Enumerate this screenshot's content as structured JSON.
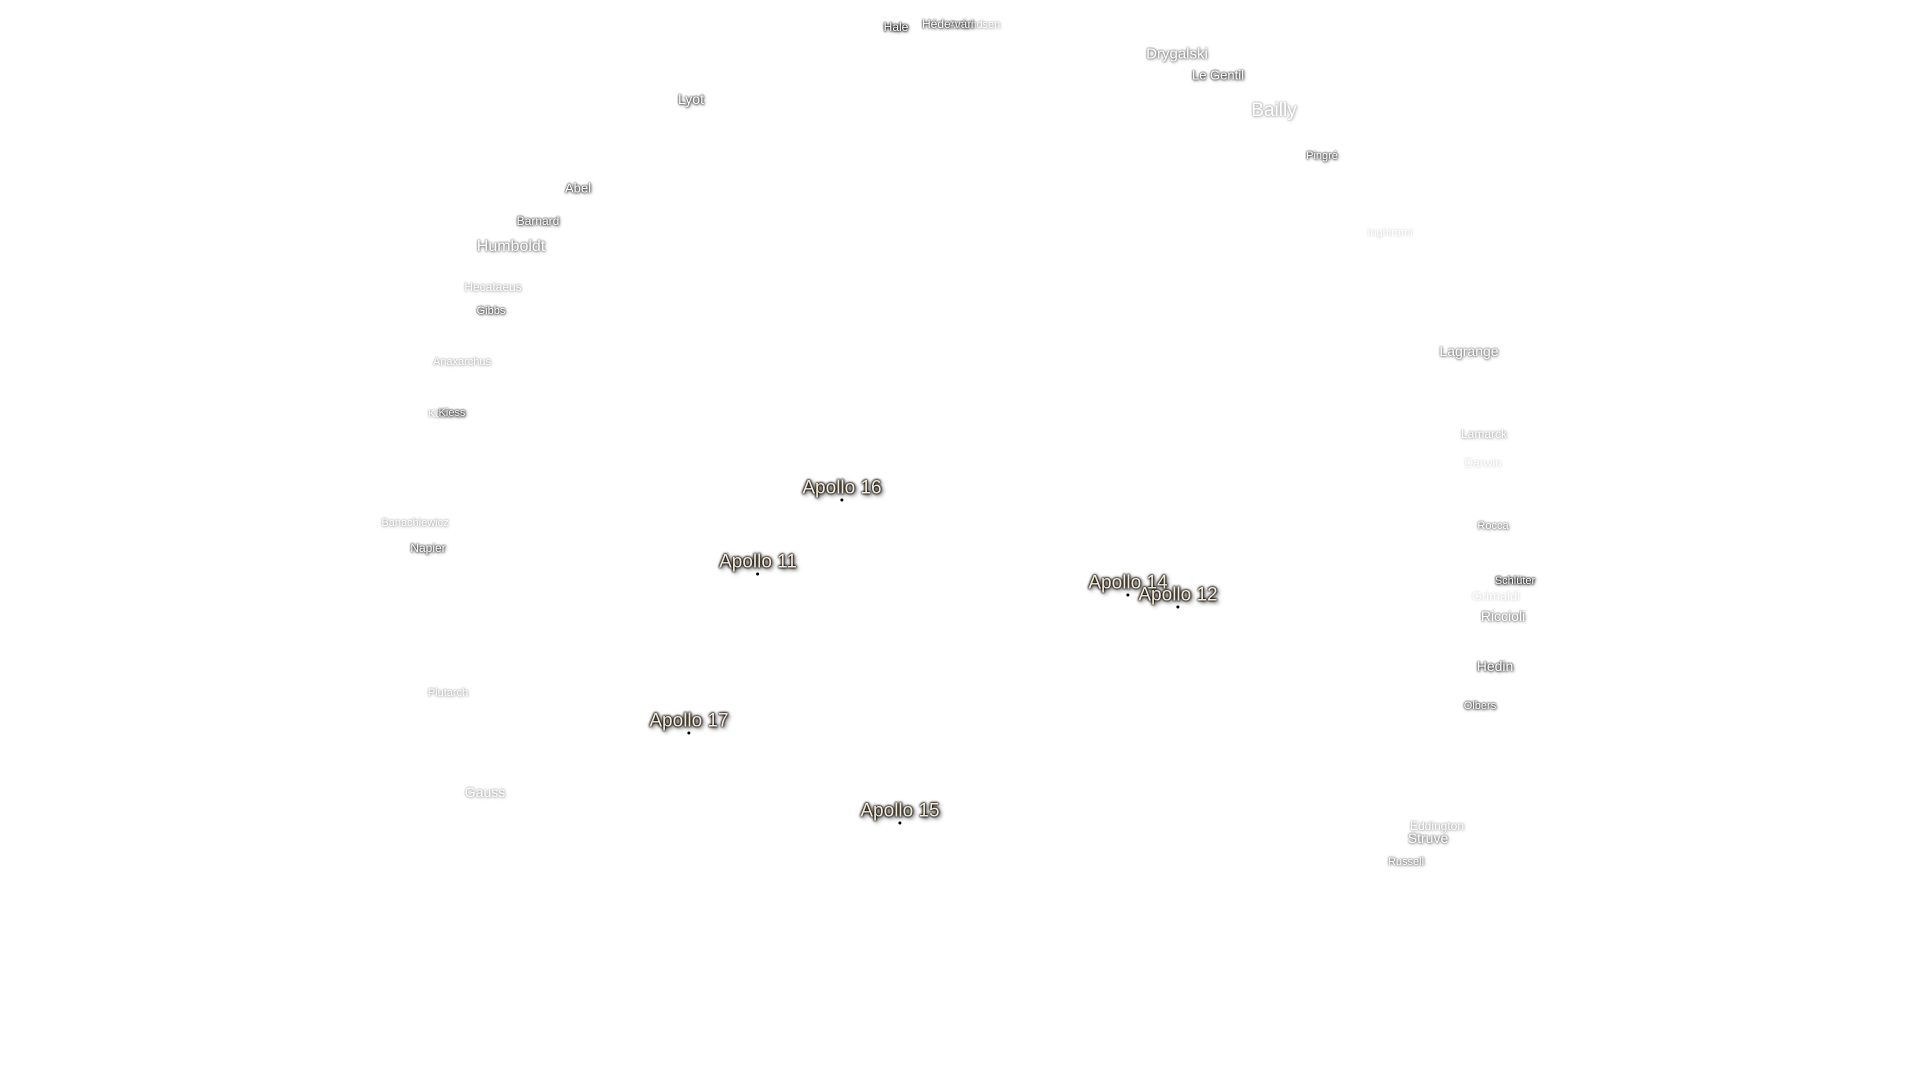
{
  "map": {
    "craters": [
      {
        "key": "hale",
        "name": "Hale",
        "size": 12,
        "opacity_level": 1
      },
      {
        "key": "hedervari",
        "name": "Hédervári",
        "size": 12,
        "opacity_level": 2
      },
      {
        "key": "amundsen",
        "name": "Amundsen",
        "size": 11,
        "opacity_level": 4
      },
      {
        "key": "drygalski",
        "name": "Drygalski",
        "size": 15,
        "opacity_level": 3
      },
      {
        "key": "le-gentil",
        "name": "Le Gentil",
        "size": 13,
        "opacity_level": 2
      },
      {
        "key": "bailly",
        "name": "Bailly",
        "size": 19,
        "opacity_level": 4
      },
      {
        "key": "lyot",
        "name": "Lyot",
        "size": 14,
        "opacity_level": 2
      },
      {
        "key": "pingre",
        "name": "Pingré",
        "size": 11,
        "opacity_level": 2
      },
      {
        "key": "abel",
        "name": "Abel",
        "size": 13,
        "opacity_level": 2
      },
      {
        "key": "barnard",
        "name": "Barnard",
        "size": 12,
        "opacity_level": 2
      },
      {
        "key": "humboldt",
        "name": "Humboldt",
        "size": 16,
        "opacity_level": 3
      },
      {
        "key": "inghirami",
        "name": "Inghirami",
        "size": 11,
        "opacity_level": 5
      },
      {
        "key": "hecataeus",
        "name": "Hecataeus",
        "size": 12,
        "opacity_level": 4
      },
      {
        "key": "gibbs",
        "name": "Gibbs",
        "size": 11,
        "opacity_level": 2
      },
      {
        "key": "lagrange",
        "name": "Lagrange",
        "size": 14,
        "opacity_level": 3
      },
      {
        "key": "anaxarchus",
        "name": "Anaxarchus",
        "size": 11,
        "opacity_level": 4
      },
      {
        "key": "kastner",
        "name": "Kästner",
        "size": 11,
        "opacity_level": 4
      },
      {
        "key": "kiess",
        "name": "Kiess",
        "size": 11,
        "opacity_level": 2
      },
      {
        "key": "lamarck",
        "name": "Lamarck",
        "size": 12,
        "opacity_level": 4
      },
      {
        "key": "darwin",
        "name": "Darwin",
        "size": 12,
        "opacity_level": 5
      },
      {
        "key": "banachiewicz",
        "name": "Banachiewicz",
        "size": 11,
        "opacity_level": 4
      },
      {
        "key": "rocca",
        "name": "Rocca",
        "size": 11,
        "opacity_level": 3
      },
      {
        "key": "napier",
        "name": "Napier",
        "size": 12,
        "opacity_level": 2
      },
      {
        "key": "schluter",
        "name": "Schlüter",
        "size": 11,
        "opacity_level": 1
      },
      {
        "key": "grimaldi",
        "name": "Grimaldi",
        "size": 13,
        "opacity_level": 5
      },
      {
        "key": "riccioli",
        "name": "Riccioli",
        "size": 14,
        "opacity_level": 3
      },
      {
        "key": "hedin",
        "name": "Hedin",
        "size": 14,
        "opacity_level": 2
      },
      {
        "key": "plutarch",
        "name": "Plutarch",
        "size": 11,
        "opacity_level": 4
      },
      {
        "key": "olbers",
        "name": "Olbers",
        "size": 11,
        "opacity_level": 2
      },
      {
        "key": "gauss",
        "name": "Gauss",
        "size": 14,
        "opacity_level": 4
      },
      {
        "key": "eddington",
        "name": "Eddington",
        "size": 12,
        "opacity_level": 4
      },
      {
        "key": "struve",
        "name": "Struve",
        "size": 14,
        "opacity_level": 3
      },
      {
        "key": "russell",
        "name": "Russell",
        "size": 11,
        "opacity_level": 3
      }
    ],
    "landing_sites": [
      {
        "key": "apollo-16",
        "name": "Apollo 16"
      },
      {
        "key": "apollo-11",
        "name": "Apollo 11"
      },
      {
        "key": "apollo-14",
        "name": "Apollo 14"
      },
      {
        "key": "apollo-12",
        "name": "Apollo 12"
      },
      {
        "key": "apollo-17",
        "name": "Apollo 17"
      },
      {
        "key": "apollo-15",
        "name": "Apollo 15"
      }
    ]
  }
}
